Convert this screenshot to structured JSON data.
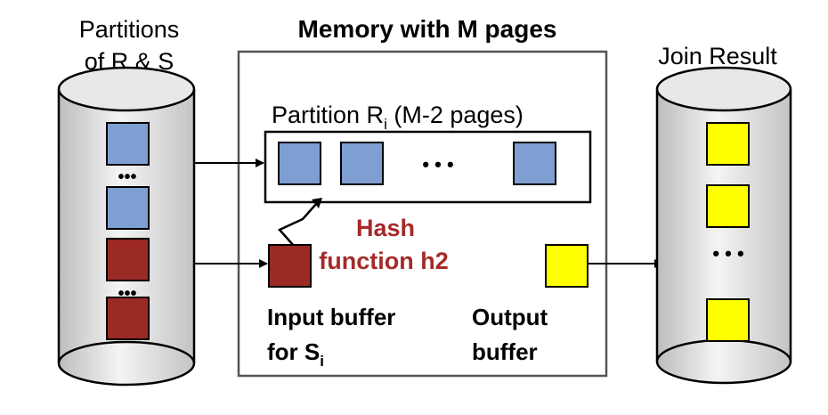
{
  "left_store": {
    "label_line1": "Partitions",
    "label_line2": "of R & S",
    "ellipsis_top": "•••",
    "ellipsis_bottom": "•••"
  },
  "memory": {
    "title": "Memory with M pages",
    "partition_label_prefix": "Partition R",
    "partition_label_sub": "i",
    "partition_label_suffix": " (M-2 pages)",
    "partition_ellipsis": "• • •",
    "hash_line1": "Hash",
    "hash_line2": "function h2",
    "input_buffer_line1": "Input buffer",
    "input_buffer_line2_prefix": "for S",
    "input_buffer_line2_sub": "i",
    "output_buffer_line1": "Output",
    "output_buffer_line2": "buffer"
  },
  "right_store": {
    "label": "Join Result",
    "ellipsis": "• • •"
  },
  "colors": {
    "blue_page": "#7f9fd2",
    "red_page": "#9b2a24",
    "yellow_page": "#ffff00",
    "cylinder_fill": "#dedede",
    "hash_text": "#a52a2a"
  }
}
